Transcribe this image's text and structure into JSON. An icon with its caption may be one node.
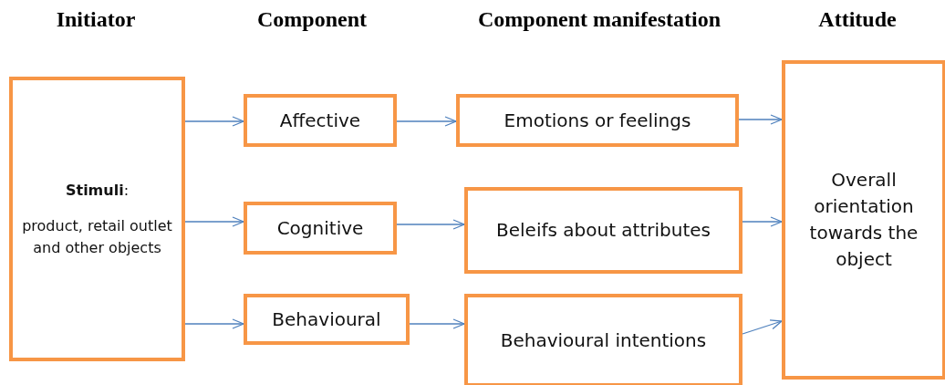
{
  "diagram": {
    "nodes": [
      {
        "text": [
          "**Stimuli**:",
          "product, retail outlet and other objects"
        ]
      },
      {
        "text": [
          "Affective"
        ]
      },
      {
        "text": [
          "Cognitive"
        ]
      },
      {
        "text": [
          "Behavioural"
        ]
      },
      {
        "text": [
          "Emotions or feelings"
        ]
      },
      {
        "text": [
          "Beleifs about attributes"
        ]
      },
      {
        "text": [
          "Behavioural intentions"
        ]
      },
      {
        "text": [
          "Overall orientation towards the object"
        ]
      }
    ],
    "edges": [
      {
        "from": 0,
        "to": 1,
        "arrow": "to"
      },
      {
        "from": 0,
        "to": 2,
        "arrow": "to"
      },
      {
        "from": 0,
        "to": 3,
        "arrow": "to"
      },
      {
        "from": 1,
        "to": 4,
        "arrow": "to"
      },
      {
        "from": 2,
        "to": 5,
        "arrow": "to"
      },
      {
        "from": 3,
        "to": 6,
        "arrow": "to"
      },
      {
        "from": 4,
        "to": 7,
        "arrow": "to"
      },
      {
        "from": 5,
        "to": 7,
        "arrow": "to"
      },
      {
        "from": 6,
        "to": 7,
        "arrow": "to"
      }
    ],
    "labels": [
      "Initiator",
      "Component",
      "Component manifestation",
      "Attitude"
    ]
  }
}
